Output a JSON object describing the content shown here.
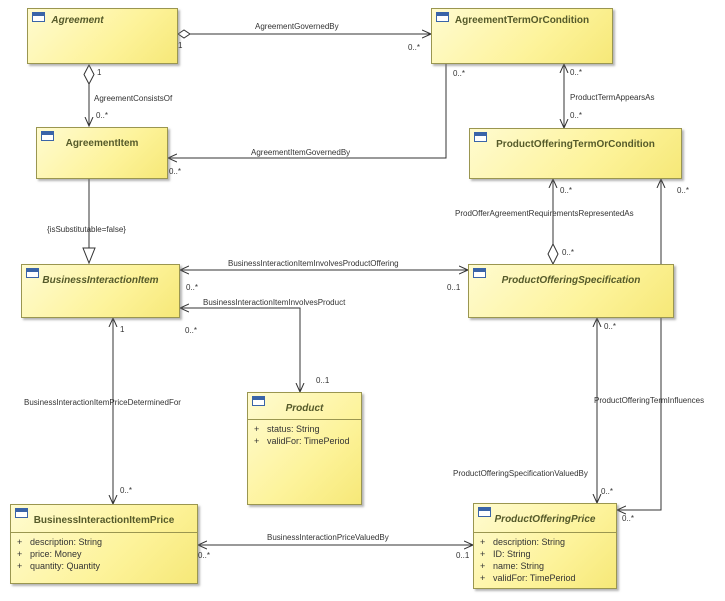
{
  "classes": {
    "agreement": {
      "name": "Agreement"
    },
    "agreement_term": {
      "name": "AgreementTermOrCondition"
    },
    "agreement_item": {
      "name": "AgreementItem"
    },
    "po_term": {
      "name": "ProductOfferingTermOrCondition"
    },
    "bii": {
      "name": "BusinessInteractionItem"
    },
    "pos": {
      "name": "ProductOfferingSpecification"
    },
    "product": {
      "name": "Product",
      "attributes": [
        {
          "vis": "+",
          "text": "status: String"
        },
        {
          "vis": "+",
          "text": "validFor: TimePeriod"
        }
      ]
    },
    "biip": {
      "name": "BusinessInteractionItemPrice",
      "attributes": [
        {
          "vis": "+",
          "text": "description: String"
        },
        {
          "vis": "+",
          "text": "price: Money"
        },
        {
          "vis": "+",
          "text": "quantity: Quantity"
        }
      ]
    },
    "pop": {
      "name": "ProductOfferingPrice",
      "attributes": [
        {
          "vis": "+",
          "text": "description: String"
        },
        {
          "vis": "+",
          "text": "ID: String"
        },
        {
          "vis": "+",
          "text": "name: String"
        },
        {
          "vis": "+",
          "text": "validFor: TimePeriod"
        }
      ]
    }
  },
  "associations": {
    "agreement_governed_by": {
      "name": "AgreementGovernedBy",
      "source_mult": "1",
      "target_mult": "0..*"
    },
    "agreement_consists_of": {
      "name": "AgreementConsistsOf",
      "source_mult": "1",
      "target_mult": "0..*"
    },
    "agreement_item_governed_by": {
      "name": "AgreementItemGovernedBy",
      "source_mult": "0..*",
      "target_mult": "0..*"
    },
    "product_term_appears_as": {
      "name": "ProductTermAppearsAs",
      "source_mult": "0..*",
      "target_mult": "0..*"
    },
    "prod_offer_agreement_req": {
      "name": "ProdOfferAgreementRequirementsRepresentedAs",
      "source_mult": "0..*",
      "target_mult": "0..*"
    },
    "bii_involves_po": {
      "name": "BusinessInteractionItemInvolvesProductOffering",
      "source_mult": "0..*",
      "target_mult": "0..1"
    },
    "bii_involves_product": {
      "name": "BusinessInteractionItemInvolvesProduct",
      "source_mult": "0..*",
      "target_mult": "0..1"
    },
    "bii_price_determined_for": {
      "name": "BusinessInteractionItemPriceDeterminedFor",
      "source_mult": "1",
      "target_mult": "0..*"
    },
    "bi_price_valued_by": {
      "name": "BusinessInteractionPriceValuedBy",
      "source_mult": "0..*",
      "target_mult": "0..1"
    },
    "pos_valued_by": {
      "name": "ProductOfferingSpecificationValuedBy",
      "source_mult": "0..*",
      "target_mult": "0..*"
    },
    "po_term_influences": {
      "name": "ProductOfferingTermInfluences",
      "source_mult": "0..*",
      "target_mult": "0..*"
    }
  },
  "generalization": {
    "constraint": "{isSubstitutable=false}"
  }
}
